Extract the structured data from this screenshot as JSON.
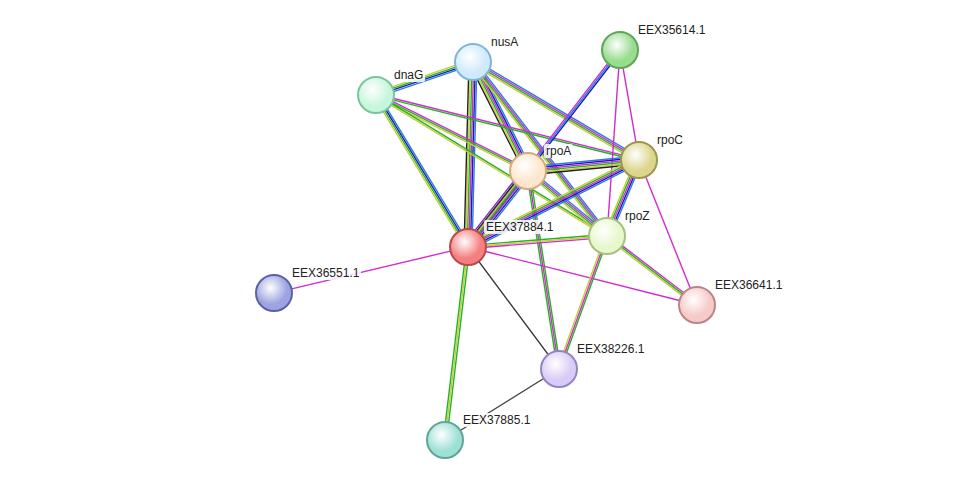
{
  "diagram": {
    "nodes": [
      {
        "text": [
          "nusA"
        ]
      },
      {
        "text": [
          "EEX35614.1"
        ]
      },
      {
        "text": [
          "dnaG"
        ]
      },
      {
        "text": [
          "rpoC"
        ]
      },
      {
        "text": [
          "rpoA"
        ]
      },
      {
        "text": [
          "EEX37884.1"
        ]
      },
      {
        "text": [
          "rpoZ"
        ]
      },
      {
        "text": [
          "EEX36551.1"
        ]
      },
      {
        "text": [
          "EEX36641.1"
        ]
      },
      {
        "text": [
          "EEX38226.1"
        ]
      },
      {
        "text": [
          "EEX37885.1"
        ]
      }
    ],
    "edges": [
      {
        "from": 0,
        "to": 2,
        "arrow": "none"
      },
      {
        "from": 0,
        "to": 4,
        "arrow": "none"
      },
      {
        "from": 0,
        "to": 3,
        "arrow": "none"
      },
      {
        "from": 0,
        "to": 5,
        "arrow": "none"
      },
      {
        "from": 0,
        "to": 6,
        "arrow": "none"
      },
      {
        "from": 2,
        "to": 5,
        "arrow": "none"
      },
      {
        "from": 2,
        "to": 4,
        "arrow": "none"
      },
      {
        "from": 2,
        "to": 3,
        "arrow": "none"
      },
      {
        "from": 2,
        "to": 6,
        "arrow": "none"
      },
      {
        "from": 1,
        "to": 5,
        "arrow": "none"
      },
      {
        "from": 1,
        "to": 3,
        "arrow": "none"
      },
      {
        "from": 1,
        "to": 6,
        "arrow": "none"
      },
      {
        "from": 4,
        "to": 3,
        "arrow": "none"
      },
      {
        "from": 4,
        "to": 6,
        "arrow": "none"
      },
      {
        "from": 4,
        "to": 5,
        "arrow": "none"
      },
      {
        "from": 4,
        "to": 9,
        "arrow": "none"
      },
      {
        "from": 3,
        "to": 5,
        "arrow": "none"
      },
      {
        "from": 3,
        "to": 6,
        "arrow": "none"
      },
      {
        "from": 3,
        "to": 8,
        "arrow": "none"
      },
      {
        "from": 5,
        "to": 6,
        "arrow": "none"
      },
      {
        "from": 5,
        "to": 7,
        "arrow": "none"
      },
      {
        "from": 5,
        "to": 8,
        "arrow": "none"
      },
      {
        "from": 5,
        "to": 9,
        "arrow": "none"
      },
      {
        "from": 5,
        "to": 10,
        "arrow": "none"
      },
      {
        "from": 6,
        "to": 8,
        "arrow": "none"
      },
      {
        "from": 6,
        "to": 9,
        "arrow": "none"
      },
      {
        "from": 9,
        "to": 10,
        "arrow": "none"
      }
    ]
  }
}
